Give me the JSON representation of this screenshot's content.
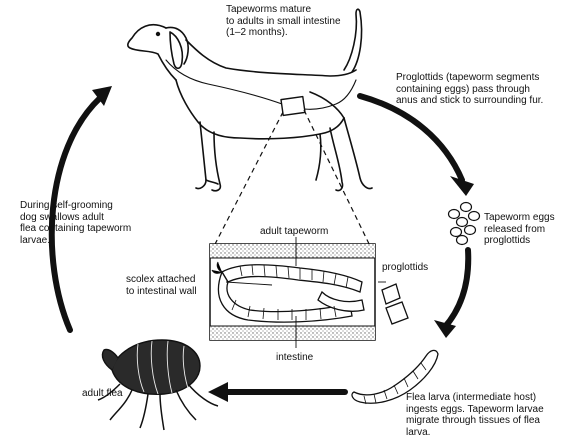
{
  "labels": {
    "tapeworms_mature": "Tapeworms mature\nto adults in small intestine\n(1–2 months).",
    "proglottids_pass": "Proglottids (tapeworm segments\ncontaining eggs) pass through\nanus and stick to surrounding fur.",
    "grooming": "During self-grooming\ndog swallows adult\nflea containing tapeworm\nlarvae.",
    "tapeworm_eggs": "Tapeworm eggs\nreleased from\nproglottids",
    "adult_tapeworm": "adult tapeworm",
    "scolex": "scolex attached\nto intestinal wall",
    "proglottids": "proglottids",
    "intestine": "intestine",
    "adult_flea": "adult flea",
    "flea_larva": "Flea larva (intermediate host)\ningests eggs. Tapeworm larvae\nmigrate through tissues of flea\nlarva."
  },
  "colors": {
    "ink": "#111111",
    "stipple": "#888888",
    "background": "#ffffff"
  }
}
